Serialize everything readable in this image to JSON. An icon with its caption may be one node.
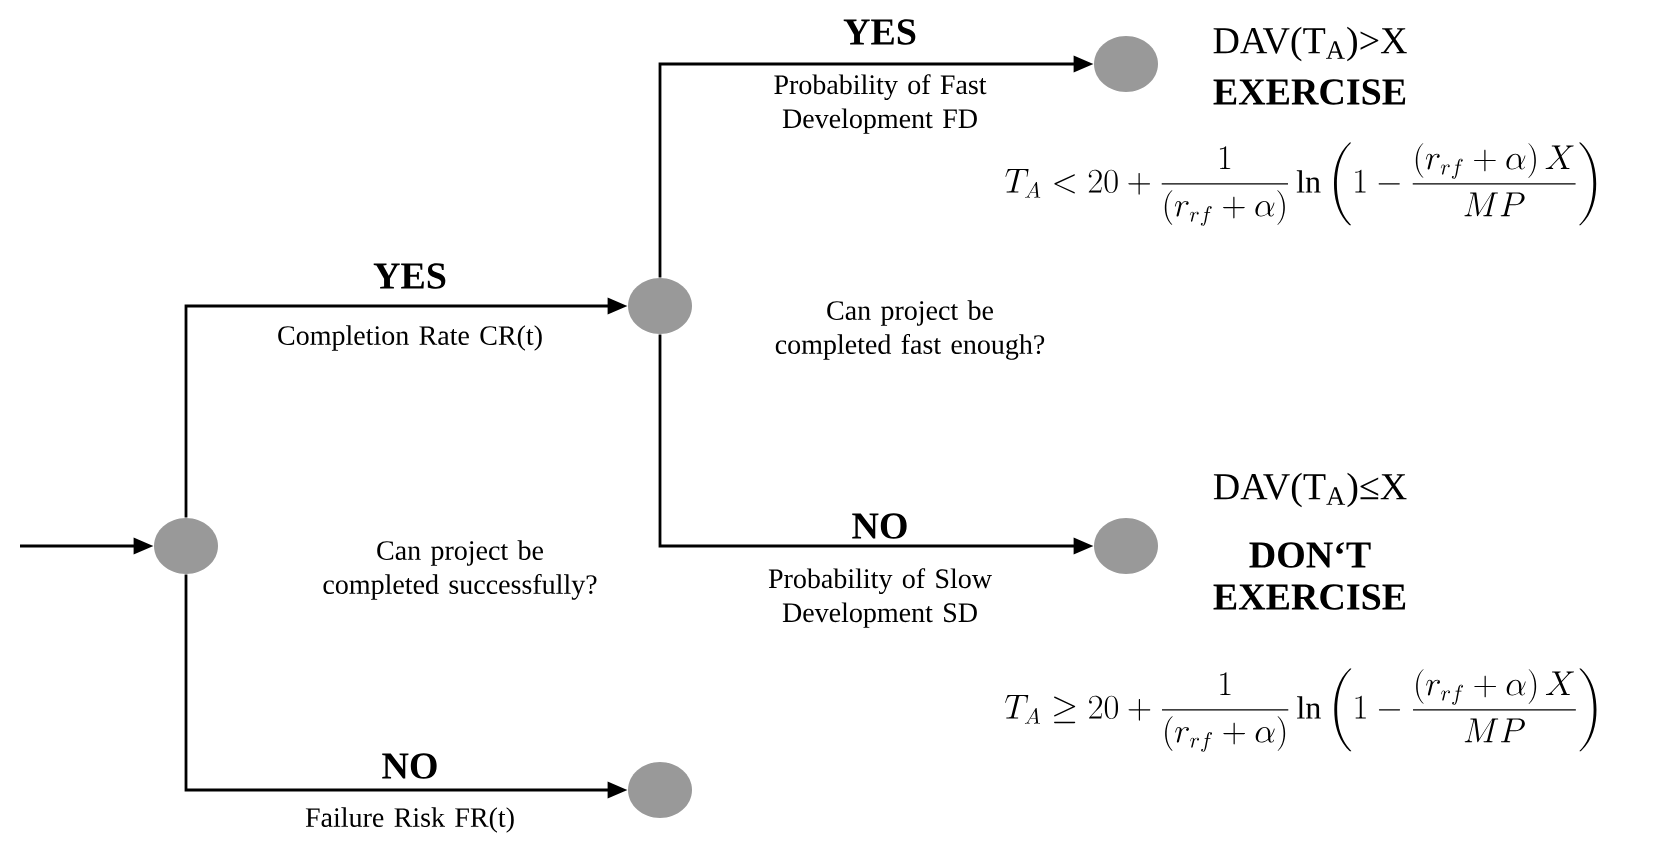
{
  "diagram": {
    "nodes": [
      {
        "text": [],
        "shape": "circle",
        "beside": [
          "Can project be completed successfully?"
        ]
      },
      {
        "text": [],
        "shape": "circle",
        "beside": [
          "Can project be completed fast enough?"
        ]
      },
      {
        "text": [],
        "shape": "circle"
      },
      {
        "text": [],
        "shape": "circle",
        "beside": [
          "DAV(T$_{A}$)>X",
          "EXERCISE",
          "T_A < 20+\\frac{1}{\\left(r_{rf}+\\alpha\\right)}\\ln\\left(1-\\frac{\\left(r_{rf}+\\alpha\\right)X}{MP}\\right)"
        ]
      },
      {
        "text": [],
        "shape": "circle",
        "beside": [
          "DAV(T$_{A}$)≤X",
          "DON‘T EXERCISE",
          "T_A \\geq 20+\\frac{1}{\\left(r_{rf}+\\alpha\\right)}\\ln\\left(1-\\frac{\\left(r_{rf}+\\alpha\\right)X}{MP}\\right)"
        ]
      }
    ],
    "edges": [
      {
        "from": null,
        "to": 0,
        "arrow": "to"
      },
      {
        "from": 0,
        "to": 1,
        "arrow": "to",
        "label": "YES"
      },
      {
        "from": 0,
        "to": 2,
        "arrow": "to",
        "label": "NO"
      },
      {
        "from": 1,
        "to": 3,
        "arrow": "to",
        "label": "YES"
      },
      {
        "from": 1,
        "to": 4,
        "arrow": "to",
        "label": "NO"
      }
    ],
    "labels": [
      "Probability of Fast Development FD",
      "Completion Rate CR(t)",
      "Probability of Slow Development SD",
      "Failure Risk FR(t)"
    ]
  }
}
